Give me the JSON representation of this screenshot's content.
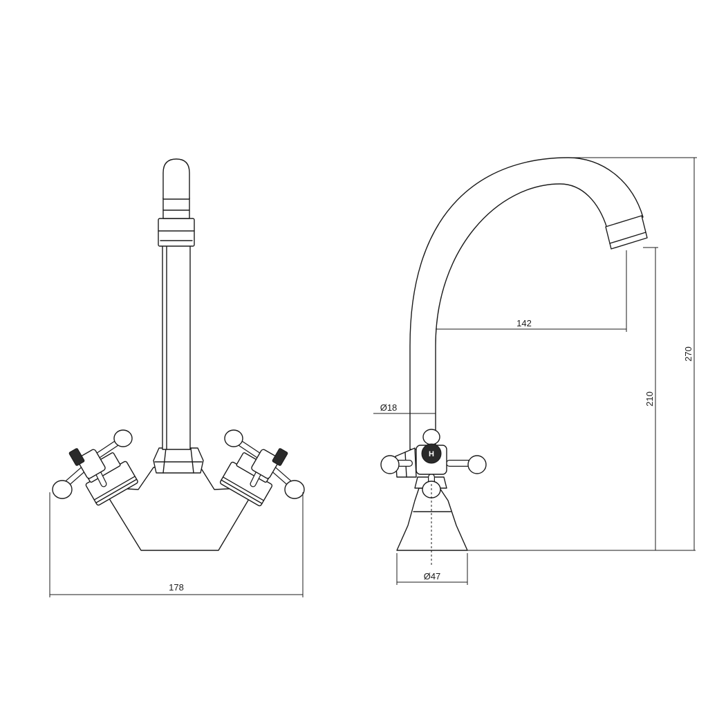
{
  "views": {
    "front": {
      "dimensions": {
        "width": "178"
      }
    },
    "side": {
      "dimensions": {
        "reach": "142",
        "spout_diameter": "Ø18",
        "base_diameter": "Ø47",
        "spout_height": "210",
        "overall_height": "270"
      },
      "handle_marker": "H"
    }
  }
}
